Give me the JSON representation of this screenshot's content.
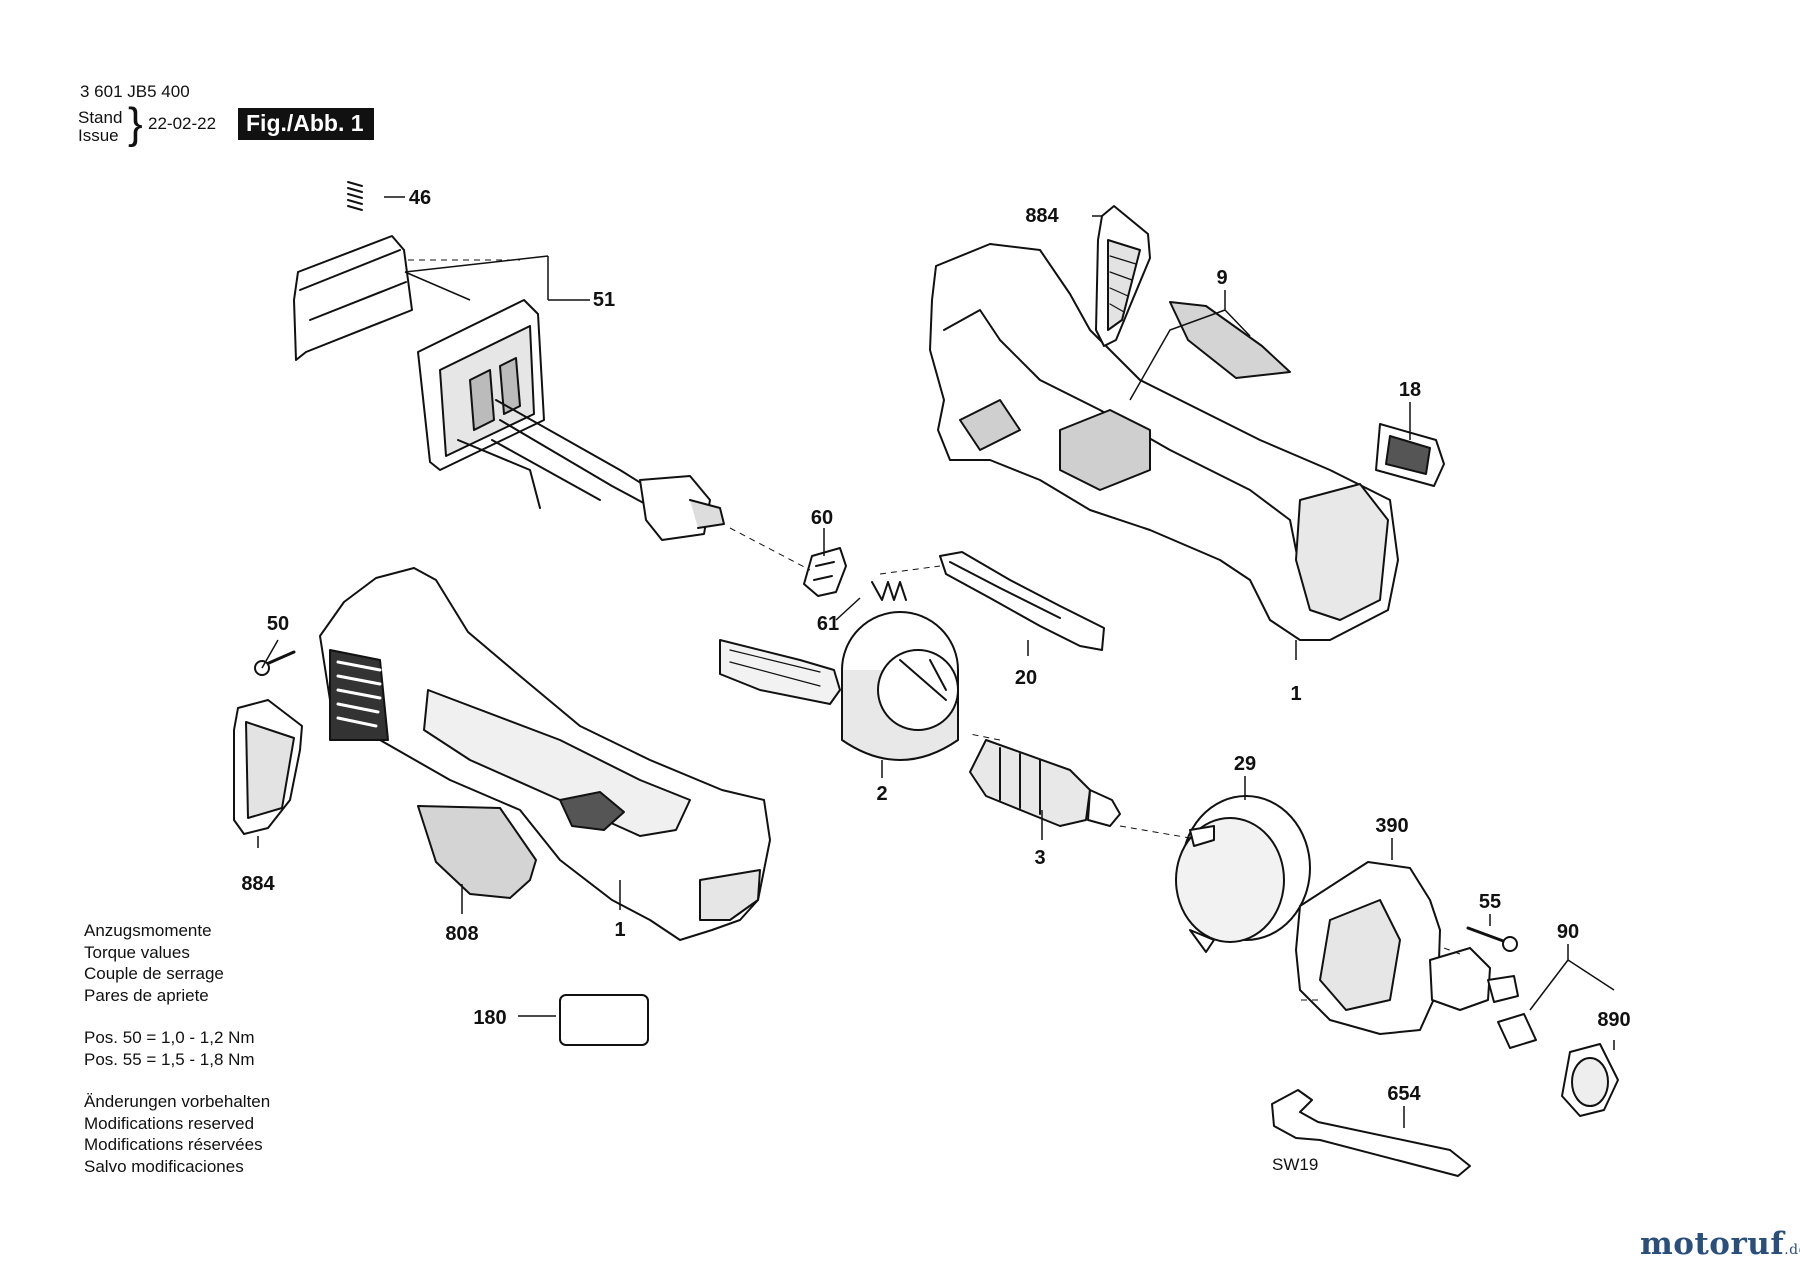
{
  "header": {
    "drawing_number": "3 601 JB5 400",
    "stand_label": "Stand",
    "issue_label": "Issue",
    "date": "22-02-22",
    "figure_label": "Fig./Abb. 1"
  },
  "parts": [
    {
      "id": "p46",
      "label": "46"
    },
    {
      "id": "p51",
      "label": "51"
    },
    {
      "id": "p884a",
      "label": "884"
    },
    {
      "id": "p9",
      "label": "9"
    },
    {
      "id": "p18",
      "label": "18"
    },
    {
      "id": "p60",
      "label": "60"
    },
    {
      "id": "p61",
      "label": "61"
    },
    {
      "id": "p50",
      "label": "50"
    },
    {
      "id": "p20",
      "label": "20"
    },
    {
      "id": "p1a",
      "label": "1"
    },
    {
      "id": "p2",
      "label": "2"
    },
    {
      "id": "p29",
      "label": "29"
    },
    {
      "id": "p3",
      "label": "3"
    },
    {
      "id": "p390",
      "label": "390"
    },
    {
      "id": "p884b",
      "label": "884"
    },
    {
      "id": "p808",
      "label": "808"
    },
    {
      "id": "p1b",
      "label": "1"
    },
    {
      "id": "p55",
      "label": "55"
    },
    {
      "id": "p90",
      "label": "90"
    },
    {
      "id": "p890",
      "label": "890"
    },
    {
      "id": "p180",
      "label": "180"
    },
    {
      "id": "p654",
      "label": "654"
    }
  ],
  "wrench_size": "SW19",
  "notes": {
    "torque": [
      "Anzugsmomente",
      "Torque values",
      "Couple de serrage",
      "Pares de apriete"
    ],
    "positions": [
      "Pos.   50 = 1,0 - 1,2 Nm",
      "Pos.   55 = 1,5 - 1,8 Nm"
    ],
    "modifications": [
      "Änderungen vorbehalten",
      "Modifications reserved",
      "Modifications réservées",
      "Salvo modificaciones"
    ]
  },
  "brand": {
    "name": "motoruf",
    "suffix": ".de",
    "color": "#2a4f7a"
  },
  "colors": {
    "line": "#111111",
    "part_fill": "#ffffff",
    "shade": "#d9d9d9",
    "dark_shade": "#4a4a4a"
  }
}
